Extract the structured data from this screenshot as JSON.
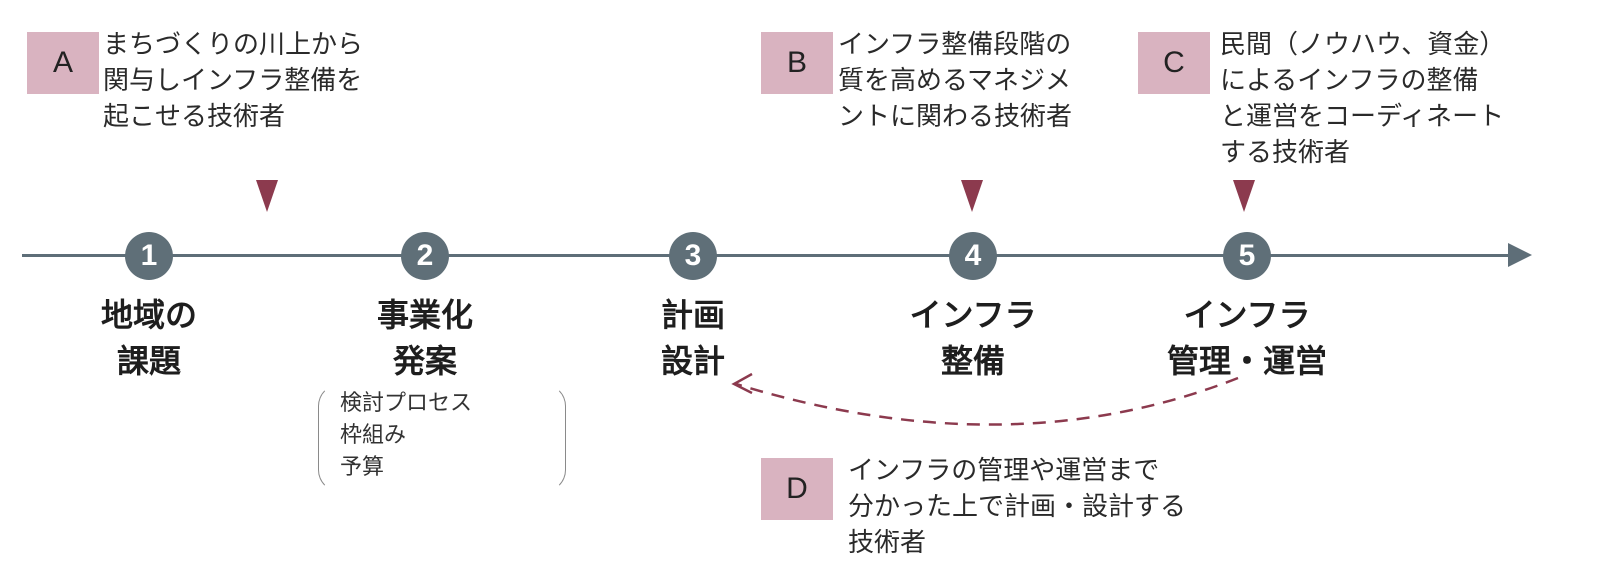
{
  "roles": [
    {
      "key": "A",
      "text": "まちづくりの川上から\n関与しインフラ整備を\n起こせる技術者"
    },
    {
      "key": "B",
      "text": "インフラ整備段階の\n質を高めるマネジメ\nントに関わる技術者"
    },
    {
      "key": "C",
      "text": "民間（ノウハウ、資金）\nによるインフラの整備\nと運営をコーディネート\nする技術者"
    },
    {
      "key": "D",
      "text": "インフラの管理や運営まで\n分かった上で計画・設計する\n技術者"
    }
  ],
  "steps": [
    {
      "number": "1",
      "label": "地域の\n課題"
    },
    {
      "number": "2",
      "label": "事業化\n発案"
    },
    {
      "number": "3",
      "label": "計画\n設計"
    },
    {
      "number": "4",
      "label": "インフラ\n整備"
    },
    {
      "number": "5",
      "label": "インフラ\n管理・運営"
    }
  ],
  "step2_details": "検討プロセス\n枠組み\n予算",
  "colors": {
    "badge": "#d9b3c0",
    "marker": "#8c3a4e",
    "timeline": "#5e6e78",
    "step_circle": "#5f6f78",
    "feedback_arrow": "#8c3a4e"
  }
}
